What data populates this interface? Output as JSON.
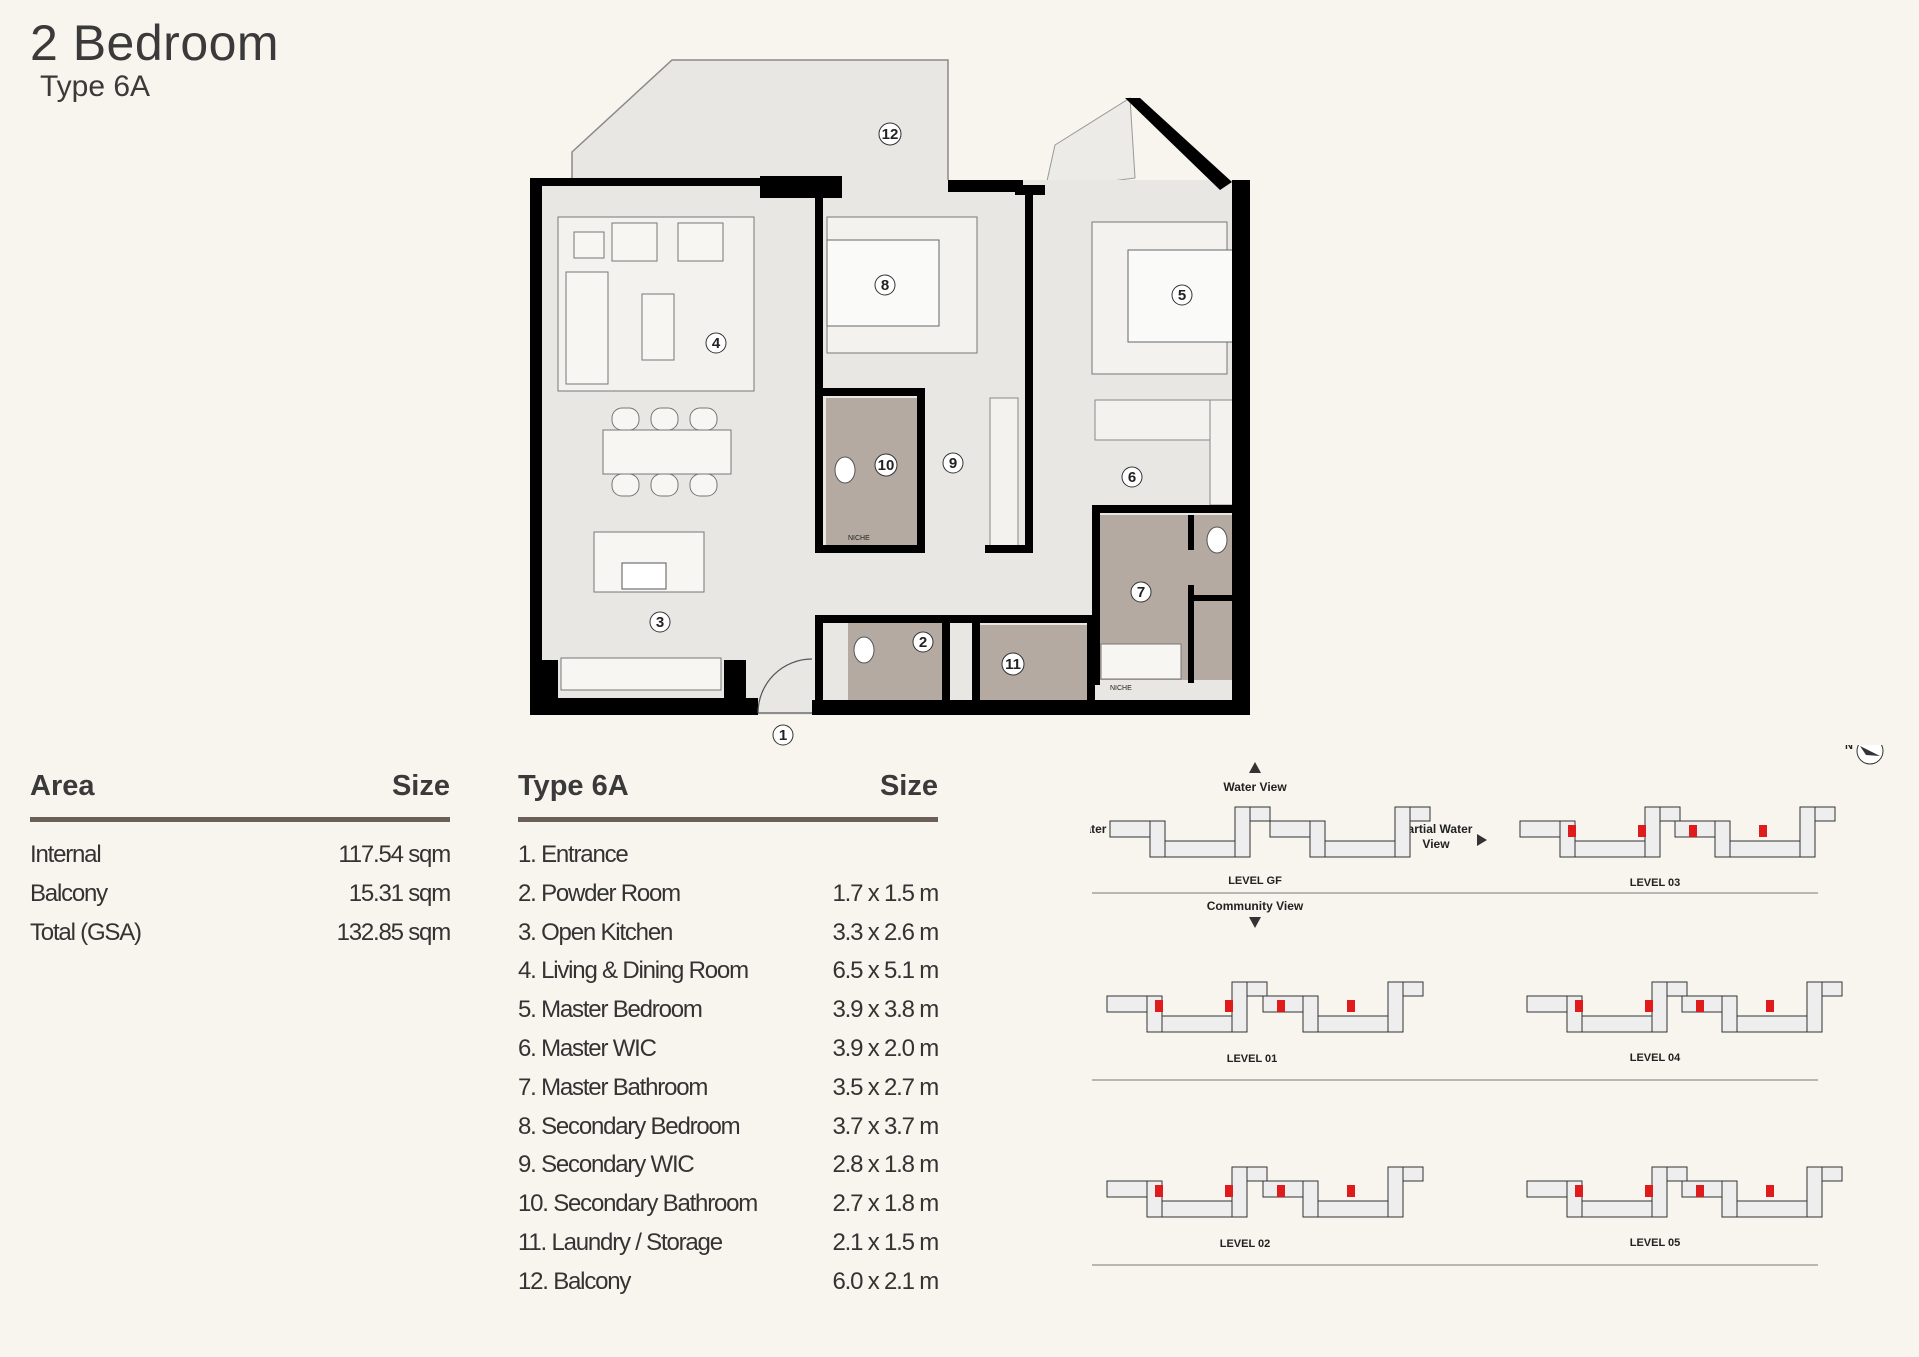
{
  "header": {
    "title": "2 Bedroom",
    "subtitle": "Type 6A"
  },
  "area_table": {
    "col_area": "Area",
    "col_size": "Size",
    "rows": [
      {
        "label": "Internal",
        "value": "117.54 sqm"
      },
      {
        "label": "Balcony",
        "value": "15.31 sqm"
      },
      {
        "label": "Total (GSA)",
        "value": "132.85 sqm"
      }
    ]
  },
  "type_table": {
    "col_type": "Type 6A",
    "col_size": "Size",
    "rows": [
      {
        "label": "1.  Entrance",
        "value": ""
      },
      {
        "label": "2.  Powder Room",
        "value": "1.7 x 1.5 m"
      },
      {
        "label": "3.  Open Kitchen",
        "value": "3.3 x 2.6 m"
      },
      {
        "label": "4.  Living & Dining Room",
        "value": "6.5 x 5.1 m"
      },
      {
        "label": "5.  Master Bedroom",
        "value": "3.9 x 3.8 m"
      },
      {
        "label": "6.  Master WIC",
        "value": "3.9 x 2.0 m"
      },
      {
        "label": "7.  Master Bathroom",
        "value": "3.5 x 2.7 m"
      },
      {
        "label": "8.  Secondary Bedroom",
        "value": "3.7 x 3.7 m"
      },
      {
        "label": "9.  Secondary WIC",
        "value": "2.8 x 1.8 m"
      },
      {
        "label": "10. Secondary Bathroom",
        "value": "2.7 x 1.8 m"
      },
      {
        "label": "11. Laundry  / Storage",
        "value": "2.1 x 1.5 m"
      },
      {
        "label": "12. Balcony",
        "value": "6.0 x 2.1 m"
      }
    ]
  },
  "floor_plan": {
    "room_numbers": [
      "1",
      "2",
      "3",
      "4",
      "5",
      "6",
      "7",
      "8",
      "9",
      "10",
      "11",
      "12"
    ],
    "niche_label": "NICHE"
  },
  "key_plan": {
    "water_view": "Water View",
    "partial_water_view_line1": "Partial Water",
    "partial_water_view_line2": "View",
    "community_view": "Community View",
    "levels": [
      "LEVEL GF",
      "LEVEL 01",
      "LEVEL 02",
      "LEVEL 03",
      "LEVEL 04",
      "LEVEL 05"
    ],
    "highlight_color": "#e01b1b",
    "north_label": "N"
  },
  "colors": {
    "background": "#f8f4ee",
    "wall": "#000000",
    "wet_room": "#b5aaa1",
    "floor": "#e9e7e3",
    "rule": "#6b6057"
  }
}
